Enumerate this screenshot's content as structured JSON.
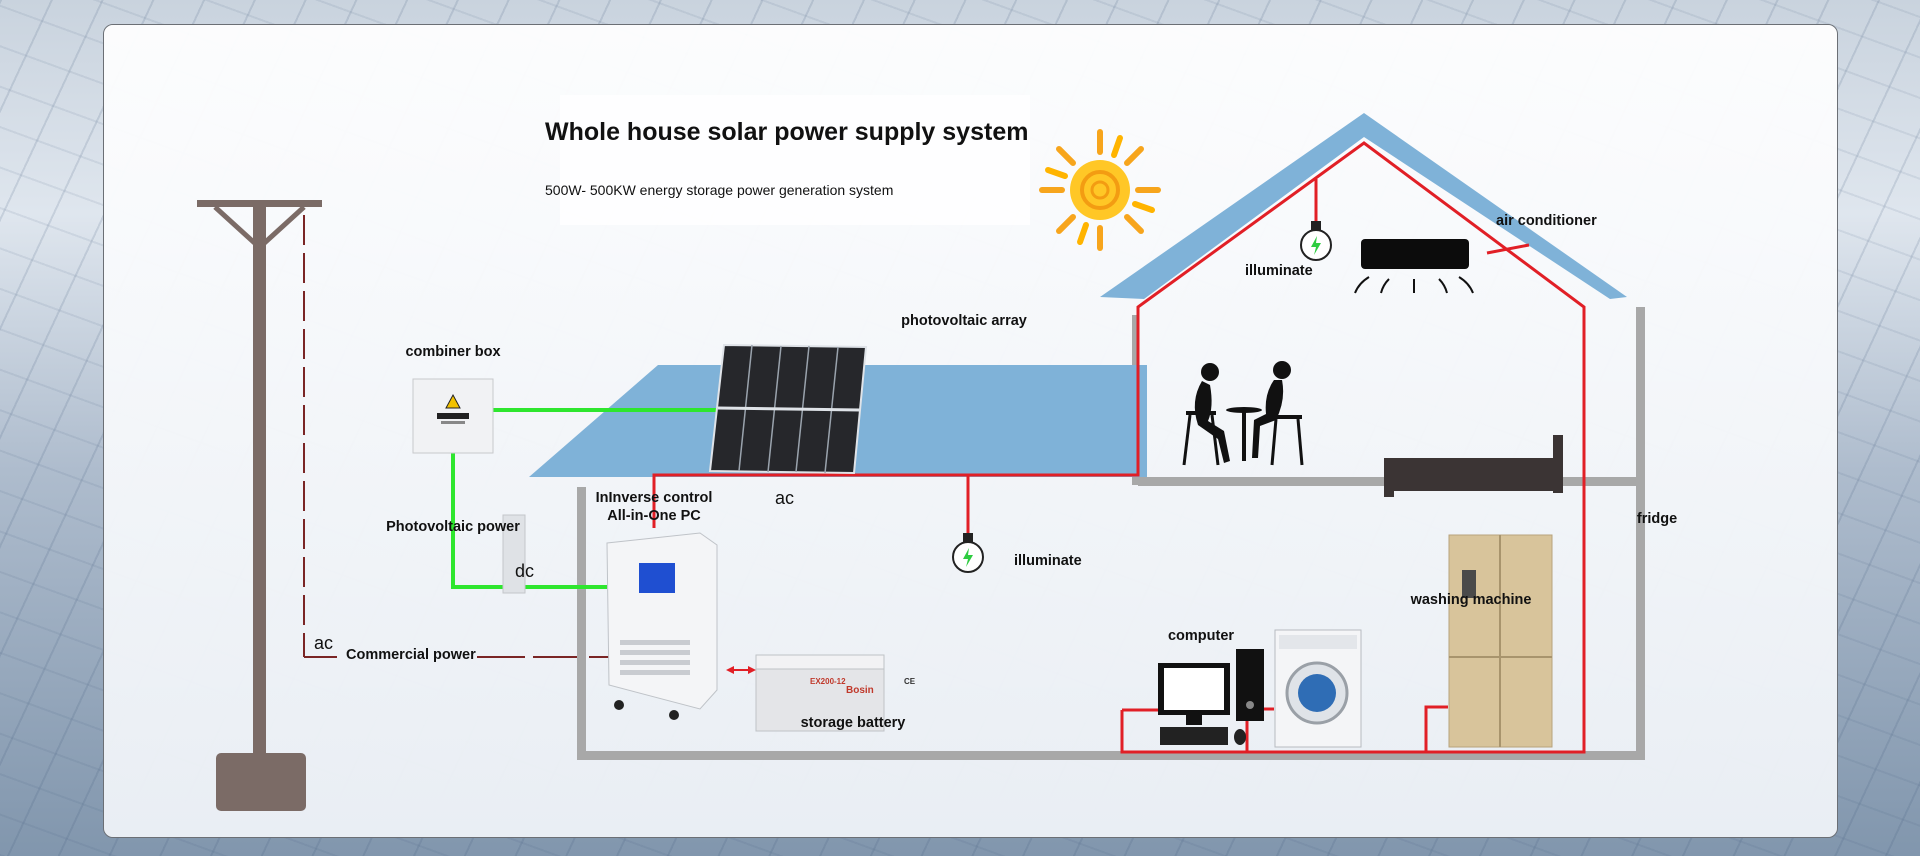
{
  "title": "Whole house solar power supply system",
  "subtitle": "500W- 500KW energy storage power generation system",
  "labels": {
    "combiner_box": "combiner box",
    "photovoltaic_array": "photovoltaic array",
    "photovoltaic_power": "Photovoltaic power",
    "dc": "dc",
    "ac_pole": "ac",
    "ac_roof": "ac",
    "commercial_power": "Commercial power",
    "inverter_line1": "InInverse control",
    "inverter_line2": "All-in-One PC",
    "storage_battery": "storage battery",
    "illuminate_upper": "illuminate",
    "illuminate_lower": "illuminate",
    "air_conditioner": "air conditioner",
    "computer": "computer",
    "washing_machine": "washing machine",
    "fridge": "fridge"
  },
  "battery_text": {
    "model": "EX200-12",
    "brand": "Bosin",
    "marks": "CE"
  },
  "colors": {
    "ac_wire": "#e11f26",
    "dc_wire": "#2ee62e",
    "roof": "#7fb2d8",
    "wall": "#a8a8a8",
    "pole": "#7b6b66"
  }
}
